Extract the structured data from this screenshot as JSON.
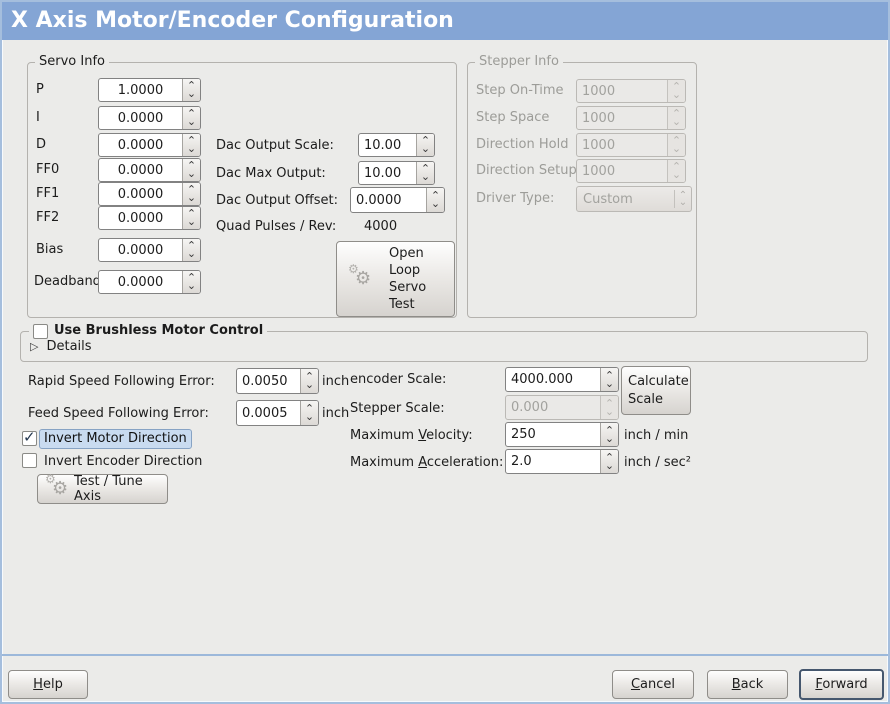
{
  "window": {
    "title": "X Axis Motor/Encoder Configuration"
  },
  "colors": {
    "titlebar": "#84a5d5",
    "window_border": "#a5bedd",
    "highlight_bg": "#c9dbf0",
    "focus_border": "#45576e",
    "background": "#ebebe9"
  },
  "servo_info": {
    "title": "Servo Info",
    "rows": [
      {
        "label": "P",
        "value": "1.0000"
      },
      {
        "label": "I",
        "value": "0.0000"
      },
      {
        "label": "D",
        "value": "0.0000"
      },
      {
        "label": "FF0",
        "value": "0.0000"
      },
      {
        "label": "FF1",
        "value": "0.0000"
      },
      {
        "label": "FF2",
        "value": "0.0000"
      },
      {
        "label": "Bias",
        "value": "0.0000"
      },
      {
        "label": "Deadband",
        "value": "0.0000"
      }
    ]
  },
  "dac": {
    "rows": [
      {
        "label": "Dac Output Scale:",
        "value": "10.00"
      },
      {
        "label": "Dac Max Output:",
        "value": "10.00"
      },
      {
        "label": "Dac Output Offset:",
        "value": "0.0000"
      }
    ],
    "quad": {
      "label": "Quad Pulses / Rev:",
      "value": "4000"
    },
    "open_loop_button_label": "Open Loop Servo Test"
  },
  "stepper_info": {
    "title": "Stepper Info",
    "enabled": false,
    "rows": [
      {
        "label": "Step On-Time",
        "value": "1000"
      },
      {
        "label": "Step Space",
        "value": "1000"
      },
      {
        "label": "Direction Hold",
        "value": "1000"
      },
      {
        "label": "Direction Setup",
        "value": "1000"
      }
    ],
    "driver_type": {
      "label": "Driver Type:",
      "value": "Custom"
    }
  },
  "brushless": {
    "checkbox_label": "Use Brushless Motor Control",
    "checked": false,
    "details_label": "Details"
  },
  "following_error": {
    "rapid": {
      "label": "Rapid Speed Following Error:",
      "value": "0.0050",
      "unit": "inch"
    },
    "feed": {
      "label": "Feed Speed Following Error:",
      "value": "0.0005",
      "unit": "inch"
    }
  },
  "direction": {
    "invert_motor": {
      "label": "Invert Motor Direction",
      "checked": true
    },
    "invert_encoder": {
      "label": "Invert Encoder Direction",
      "checked": false
    }
  },
  "test_tune_button_label": "Test / Tune Axis",
  "scale": {
    "encoder": {
      "label": "encoder Scale:",
      "value": "4000.000"
    },
    "stepper": {
      "label": "Stepper Scale:",
      "value": "0.000",
      "enabled": false
    },
    "calculate_button_label": "Calculate Scale",
    "max_velocity": {
      "pre": "Maximum ",
      "key": "V",
      "post": "elocity:",
      "value": "250",
      "unit": "inch / min"
    },
    "max_acceleration": {
      "pre": "Maximum ",
      "key": "A",
      "post": "cceleration:",
      "value": "2.0",
      "unit": "inch / sec²"
    }
  },
  "footer": {
    "help": {
      "key": "H",
      "post": "elp"
    },
    "cancel": {
      "key": "C",
      "post": "ancel"
    },
    "back": {
      "key": "B",
      "post": "ack"
    },
    "forward": {
      "key": "F",
      "post": "orward"
    }
  }
}
